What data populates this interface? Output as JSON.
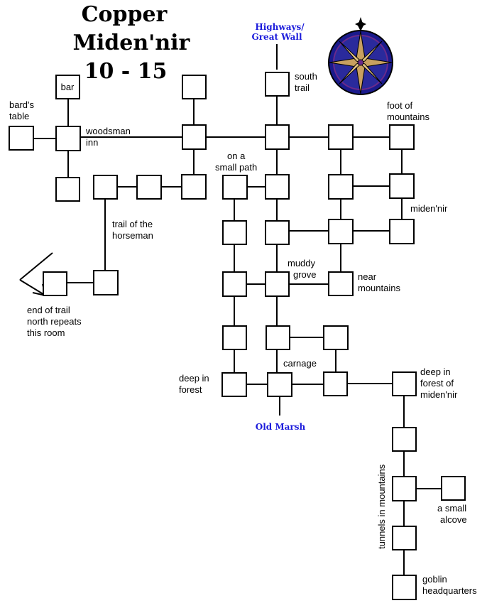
{
  "title": {
    "line1": "Copper",
    "line2": "Miden'nir",
    "line3": "10 - 15"
  },
  "compass": {
    "icon": "compass-rose-icon",
    "colors": {
      "ring": "#1a1a8c",
      "star": "#c8a060",
      "dark": "#6b2a8a"
    }
  },
  "links": {
    "north_line1": "Highways/",
    "north_line2": "Great Wall",
    "south": "Old Marsh"
  },
  "rooms": {
    "bar": "bar",
    "bards_table": [
      "bard's",
      "table"
    ],
    "woodsman_inn": [
      "woodsman",
      "inn"
    ],
    "south_trail": [
      "south",
      "trail"
    ],
    "foot_of_mountains": [
      "foot of",
      "mountains"
    ],
    "on_a_small_path": [
      "on a",
      "small path"
    ],
    "midennir": "miden'nir",
    "trail_of_the_horseman": [
      "trail of the",
      "horseman"
    ],
    "muddy_grove": [
      "muddy",
      "grove"
    ],
    "near_mountains": [
      "near",
      "mountains"
    ],
    "end_of_trail": [
      "end of trail",
      "north repeats",
      "this room"
    ],
    "carnage": "carnage",
    "deep_in_forest": [
      "deep in",
      "forest"
    ],
    "deep_in_forest_of_midennir": [
      "deep in",
      "forest of",
      "miden'nir"
    ],
    "tunnels_in_mountains": "tunnels in mountains",
    "a_small_alcove": [
      "a small",
      "alcove"
    ],
    "goblin_headquarters": [
      "goblin",
      "headquarters"
    ]
  }
}
